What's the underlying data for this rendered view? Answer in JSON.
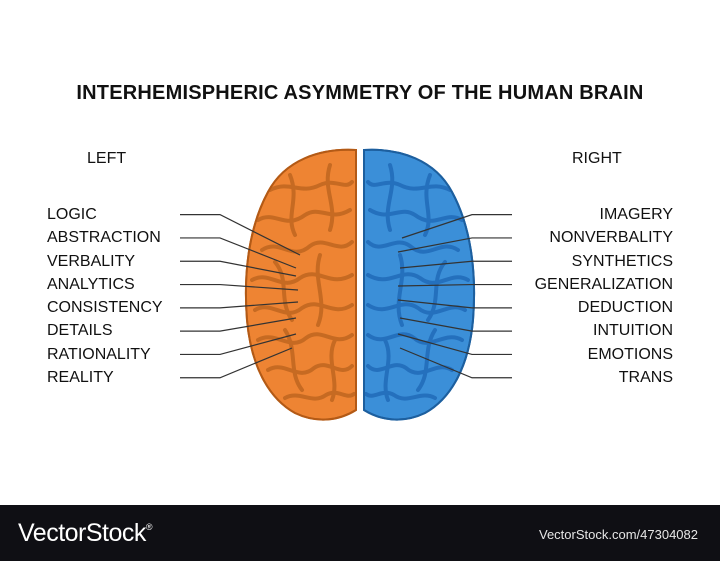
{
  "title": "INTERHEMISPHERIC ASYMMETRY OF THE HUMAN BRAIN",
  "left": {
    "header": "LEFT",
    "color": "#ee8433",
    "items": [
      "LOGIC",
      "ABSTRACTION",
      "VERBALITY",
      "ANALYTICS",
      "CONSISTENCY",
      "DETAILS",
      "RATIONALITY",
      "REALITY"
    ]
  },
  "right": {
    "header": "RIGHT",
    "color": "#3b8fd8",
    "items": [
      "IMAGERY",
      "NONVERBALITY",
      "SYNTHETICS",
      "GENERALIZATION",
      "DEDUCTION",
      "INTUITION",
      "EMOTIONS",
      "TRANS"
    ]
  },
  "footer": {
    "logo": "VectorStock",
    "logo_mark": "®",
    "url": "VectorStock.com/47304082"
  }
}
